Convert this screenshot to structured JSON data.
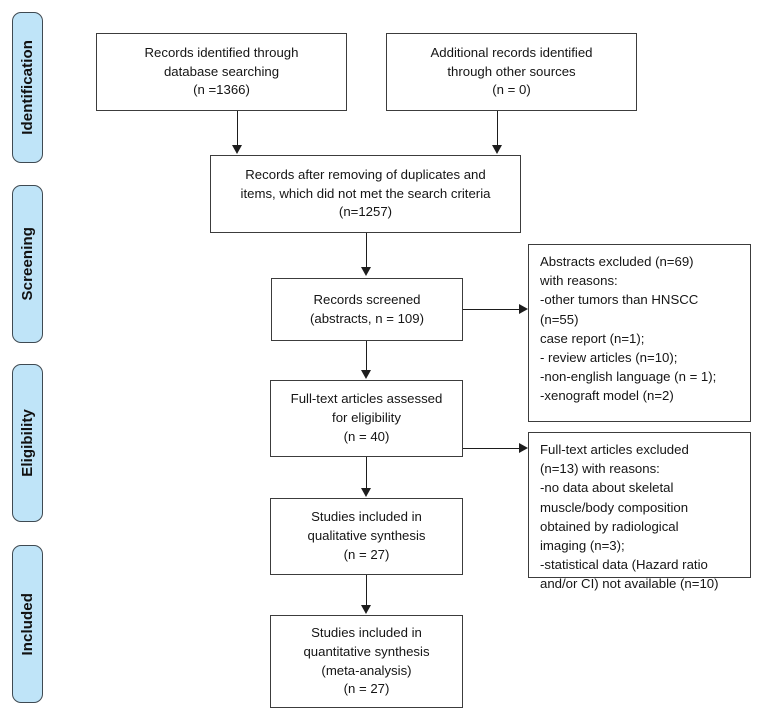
{
  "diagram": {
    "type": "prisma-flow-diagram",
    "title": "PRISMA study selection flow diagram",
    "accent_color": "#bfe4f8",
    "border_color": "#3c3c3c",
    "connector_color": "#1d1d1d",
    "background_color": "#ffffff"
  },
  "stages": [
    {
      "key": "identification",
      "label": "Identification"
    },
    {
      "key": "screening",
      "label": "Screening"
    },
    {
      "key": "eligibility",
      "label": "Eligibility"
    },
    {
      "key": "included",
      "label": "Included"
    }
  ],
  "boxes": {
    "records_identified": {
      "text": "Records identified through\ndatabase searching\n(n =1366)",
      "n": 1366
    },
    "additional_records": {
      "text": "Additional records identified\nthrough other sources\n(n = 0)",
      "n": 0
    },
    "after_duplicates": {
      "text": "Records after removing of duplicates and\nitems, which did not met the search criteria\n(n=1257)",
      "n": 1257
    },
    "records_screened": {
      "text": "Records screened\n(abstracts, n = 109)",
      "n": 109
    },
    "abstracts_excluded": {
      "text": "Abstracts excluded (n=69)\nwith reasons:\n-other tumors than HNSCC\n(n=55)\ncase report (n=1);\n- review articles (n=10);\n-non-english language (n = 1);\n-xenograft model (n=2)",
      "n": 69,
      "reasons": [
        {
          "label": "other tumors than HNSCC",
          "n": 55
        },
        {
          "label": "case report",
          "n": 1
        },
        {
          "label": "review articles",
          "n": 10
        },
        {
          "label": "non-english language",
          "n": 1
        },
        {
          "label": "xenograft model",
          "n": 2
        }
      ]
    },
    "fulltext_assessed": {
      "text": "Full-text articles assessed\nfor eligibility\n(n = 40)",
      "n": 40
    },
    "fulltext_excluded": {
      "text": "Full-text articles excluded\n(n=13) with reasons:\n-no data about skeletal\nmuscle/body composition\nobtained by radiological\nimaging (n=3);\n-statistical data (Hazard ratio\nand/or CI) not available (n=10)",
      "n": 13,
      "reasons": [
        {
          "label": "no data about skeletal muscle/body composition obtained by radiological imaging",
          "n": 3
        },
        {
          "label": "statistical data (Hazard ratio and/or CI) not available",
          "n": 10
        }
      ]
    },
    "qualitative_synthesis": {
      "text": "Studies included in\nqualitative synthesis\n(n = 27)",
      "n": 27
    },
    "quantitative_synthesis": {
      "text": "Studies included in\nquantitative synthesis\n(meta-analysis)\n(n = 27)",
      "n": 27
    }
  }
}
